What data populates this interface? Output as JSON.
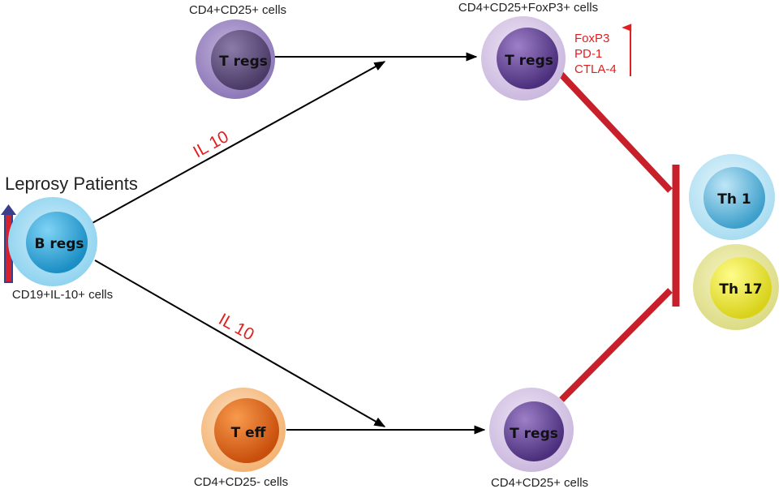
{
  "title": "Leprosy Patients",
  "cells": {
    "bregs": {
      "name": "B regs",
      "caption": "CD19+IL-10+ cells"
    },
    "treg_top_left": {
      "name": "T regs",
      "caption": "CD4+CD25+ cells"
    },
    "treg_top_right": {
      "name": "T regs",
      "caption": "CD4+CD25+FoxP3+ cells"
    },
    "teff": {
      "name": "T eff",
      "caption": "CD4+CD25- cells"
    },
    "treg_bottom_right": {
      "name": "T regs",
      "caption": "CD4+CD25+ cells"
    },
    "th1": {
      "name": "Th 1"
    },
    "th17": {
      "name": "Th 17"
    }
  },
  "cytokine_upper": "IL 10",
  "cytokine_lower": "IL 10",
  "markers": [
    "FoxP3",
    "PD-1",
    "CTLA-4"
  ],
  "colors": {
    "inhibit": "#c8202a",
    "arrow": "#000000",
    "red_text": "#e02020",
    "bregs_outer": "#a9dcf2",
    "bregs_inner": "#2ba8db",
    "treg_outer": "#d9cbe8",
    "treg_inner": "#6a4a9a",
    "teff_outer": "#f6c89a",
    "teff_inner": "#e4681c",
    "th1_outer": "#bfe4f4",
    "th1_inner": "#58b4da",
    "th17_outer": "#ecec9e",
    "th17_inner": "#e8e23a"
  }
}
